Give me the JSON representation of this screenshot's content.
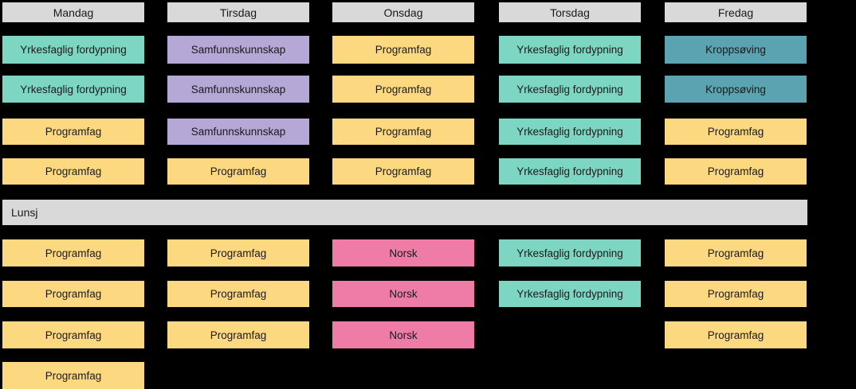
{
  "colors": {
    "background": "#000000",
    "header": "#d9d9d9",
    "lunch": "#d9d9d9",
    "text": "#1a1a1a",
    "teal": "#7dd6c1",
    "purple": "#b5a7d6",
    "yellow": "#fcd981",
    "blue": "#5ba3b1",
    "pink": "#ee7ca7"
  },
  "lunch": {
    "label": "Lunsj"
  },
  "days": [
    {
      "label": "Mandag",
      "cells": [
        {
          "row": 1,
          "label": "Yrkesfaglig fordypning",
          "color": "teal"
        },
        {
          "row": 2,
          "label": "Yrkesfaglig fordypning",
          "color": "teal"
        },
        {
          "row": 3,
          "label": "Programfag",
          "color": "yellow"
        },
        {
          "row": 4,
          "label": "Programfag",
          "color": "yellow"
        },
        {
          "row": 5,
          "label": "Programfag",
          "color": "yellow"
        },
        {
          "row": 6,
          "label": "Programfag",
          "color": "yellow"
        },
        {
          "row": 7,
          "label": "Programfag",
          "color": "yellow"
        },
        {
          "row": 8,
          "label": "Programfag",
          "color": "yellow"
        }
      ]
    },
    {
      "label": "Tirsdag",
      "cells": [
        {
          "row": 1,
          "label": "Samfunnskunnskap",
          "color": "purple"
        },
        {
          "row": 2,
          "label": "Samfunnskunnskap",
          "color": "purple"
        },
        {
          "row": 3,
          "label": "Samfunnskunnskap",
          "color": "purple"
        },
        {
          "row": 4,
          "label": "Programfag",
          "color": "yellow"
        },
        {
          "row": 5,
          "label": "Programfag",
          "color": "yellow"
        },
        {
          "row": 6,
          "label": "Programfag",
          "color": "yellow"
        },
        {
          "row": 7,
          "label": "Programfag",
          "color": "yellow"
        }
      ]
    },
    {
      "label": "Onsdag",
      "cells": [
        {
          "row": 1,
          "label": "Programfag",
          "color": "yellow"
        },
        {
          "row": 2,
          "label": "Programfag",
          "color": "yellow"
        },
        {
          "row": 3,
          "label": "Programfag",
          "color": "yellow"
        },
        {
          "row": 4,
          "label": "Programfag",
          "color": "yellow"
        },
        {
          "row": 5,
          "label": "Norsk",
          "color": "pink"
        },
        {
          "row": 6,
          "label": "Norsk",
          "color": "pink"
        },
        {
          "row": 7,
          "label": "Norsk",
          "color": "pink"
        }
      ]
    },
    {
      "label": "Torsdag",
      "cells": [
        {
          "row": 1,
          "label": "Yrkesfaglig fordypning",
          "color": "teal"
        },
        {
          "row": 2,
          "label": "Yrkesfaglig fordypning",
          "color": "teal"
        },
        {
          "row": 3,
          "label": "Yrkesfaglig fordypning",
          "color": "teal"
        },
        {
          "row": 4,
          "label": "Yrkesfaglig fordypning",
          "color": "teal"
        },
        {
          "row": 5,
          "label": "Yrkesfaglig fordypning",
          "color": "teal"
        },
        {
          "row": 6,
          "label": "Yrkesfaglig fordypning",
          "color": "teal"
        }
      ]
    },
    {
      "label": "Fredag",
      "cells": [
        {
          "row": 1,
          "label": "Kroppsøving",
          "color": "blue"
        },
        {
          "row": 2,
          "label": "Kroppsøving",
          "color": "blue"
        },
        {
          "row": 3,
          "label": "Programfag",
          "color": "yellow"
        },
        {
          "row": 4,
          "label": "Programfag",
          "color": "yellow"
        },
        {
          "row": 5,
          "label": "Programfag",
          "color": "yellow"
        },
        {
          "row": 6,
          "label": "Programfag",
          "color": "yellow"
        },
        {
          "row": 7,
          "label": "Programfag",
          "color": "yellow"
        }
      ]
    }
  ]
}
